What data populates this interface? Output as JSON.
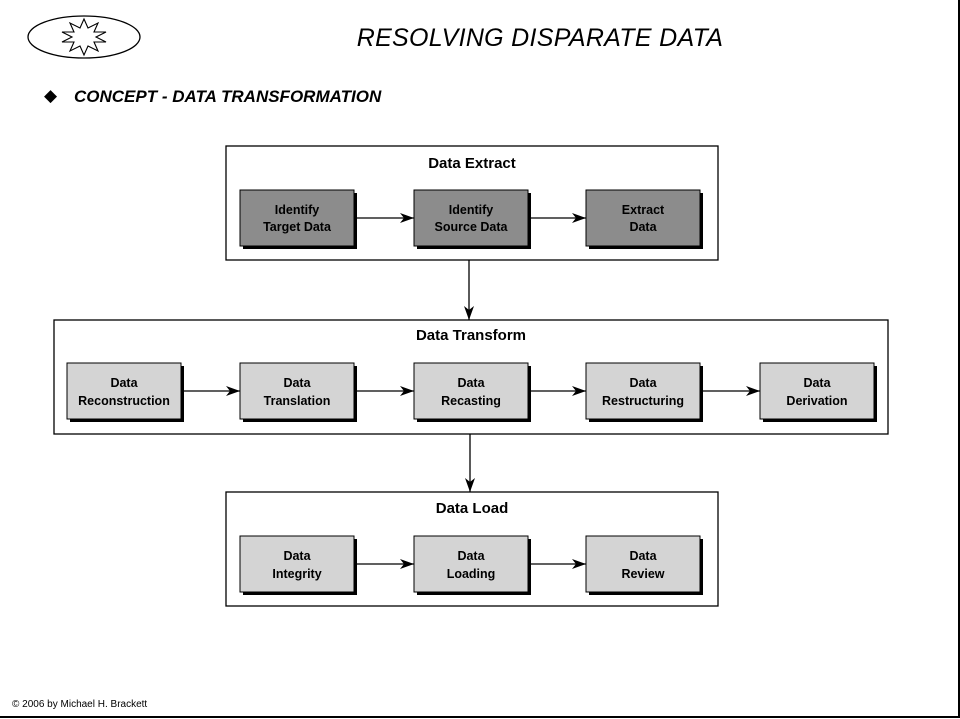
{
  "header": {
    "title": "RESOLVING DISPARATE DATA",
    "bullet": "◆",
    "subtitle": "CONCEPT - DATA TRANSFORMATION"
  },
  "diagram": {
    "extract": {
      "title": "Data Extract",
      "boxes": [
        {
          "line1": "Identify",
          "line2": "Target Data"
        },
        {
          "line1": "Identify",
          "line2": "Source Data"
        },
        {
          "line1": "Extract",
          "line2": "Data"
        }
      ]
    },
    "transform": {
      "title": "Data Transform",
      "boxes": [
        {
          "line1": "Data",
          "line2": "Reconstruction"
        },
        {
          "line1": "Data",
          "line2": "Translation"
        },
        {
          "line1": "Data",
          "line2": "Recasting"
        },
        {
          "line1": "Data",
          "line2": "Restructuring"
        },
        {
          "line1": "Data",
          "line2": "Derivation"
        }
      ]
    },
    "load": {
      "title": "Data Load",
      "boxes": [
        {
          "line1": "Data",
          "line2": "Integrity"
        },
        {
          "line1": "Data",
          "line2": "Loading"
        },
        {
          "line1": "Data",
          "line2": "Review"
        }
      ]
    }
  },
  "footer": {
    "copyright": "© 2006 by Michael H. Brackett"
  },
  "colors": {
    "dark_box": "#8c8c8c",
    "light_box": "#d4d4d4"
  },
  "icons": {
    "logo": "starburst-ellipse-logo"
  }
}
